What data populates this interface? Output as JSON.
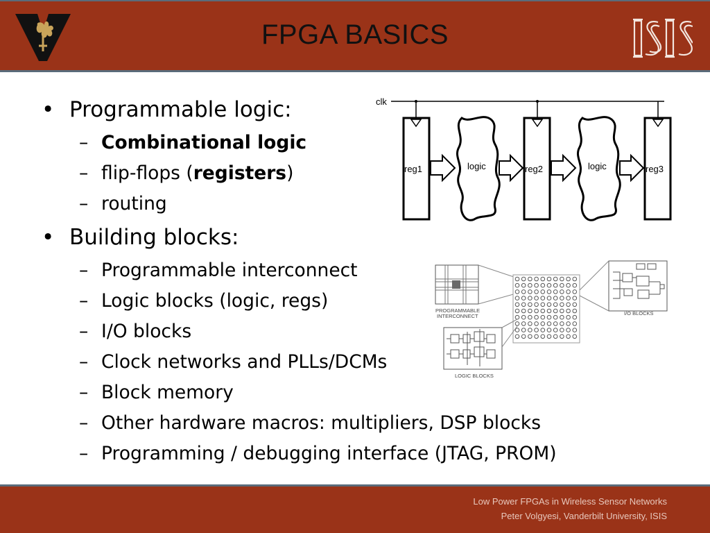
{
  "header": {
    "title": "FPGA BASICS"
  },
  "bullets": {
    "programmable_logic": {
      "label": "Programmable logic:",
      "items": [
        {
          "bold": "Combinational logic"
        },
        {
          "pre": "flip-flops (",
          "bold": "registers",
          "post": ")"
        },
        {
          "text": "routing"
        }
      ]
    },
    "building_blocks": {
      "label": "Building blocks:",
      "items": [
        "Programmable interconnect",
        "Logic blocks (logic, regs)",
        "I/O blocks",
        "Clock networks and PLLs/DCMs",
        "Block memory",
        "Other hardware macros: multipliers, DSP blocks",
        "Programming / debugging interface (JTAG, PROM)"
      ]
    }
  },
  "diagram_pipeline": {
    "clk": "clk",
    "reg1": "reg1",
    "logic1": "logic",
    "reg2": "reg2",
    "logic2": "logic",
    "reg3": "reg3"
  },
  "diagram_fabric": {
    "interconnect_line1": "PROGRAMMABLE",
    "interconnect_line2": "INTERCONNECT",
    "io_blocks": "I/O BLOCKS",
    "logic_blocks": "LOGIC BLOCKS"
  },
  "footer": {
    "line1": "Low Power FPGAs in Wireless Sensor Networks",
    "line2": "Peter Volgyesi, Vanderbilt University, ISIS"
  }
}
